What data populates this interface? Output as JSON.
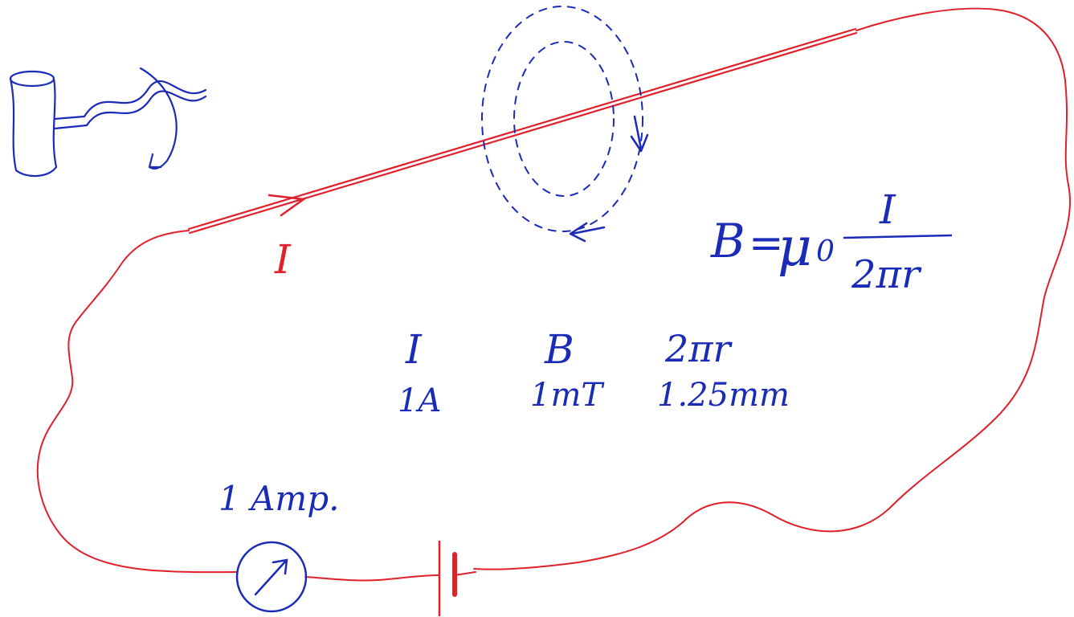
{
  "colors": {
    "wire": "#e0202a",
    "ink": "#1a2bb8",
    "paper": "#ffffff"
  },
  "wire": {
    "current_label": "I"
  },
  "formula": {
    "lhs": "B",
    "equals": "=",
    "mu": "μ",
    "sub": "0",
    "numerator": "I",
    "denominator": "2πr"
  },
  "table": {
    "headers": [
      "I",
      "B",
      "2πr"
    ],
    "values": [
      "1A",
      "1mT",
      "1.25mm"
    ]
  },
  "meter": {
    "label": "1 Amp."
  },
  "icons": {
    "screwdriver": "screwdriver-icon",
    "ammeter": "ammeter-icon",
    "battery": "battery-icon"
  }
}
